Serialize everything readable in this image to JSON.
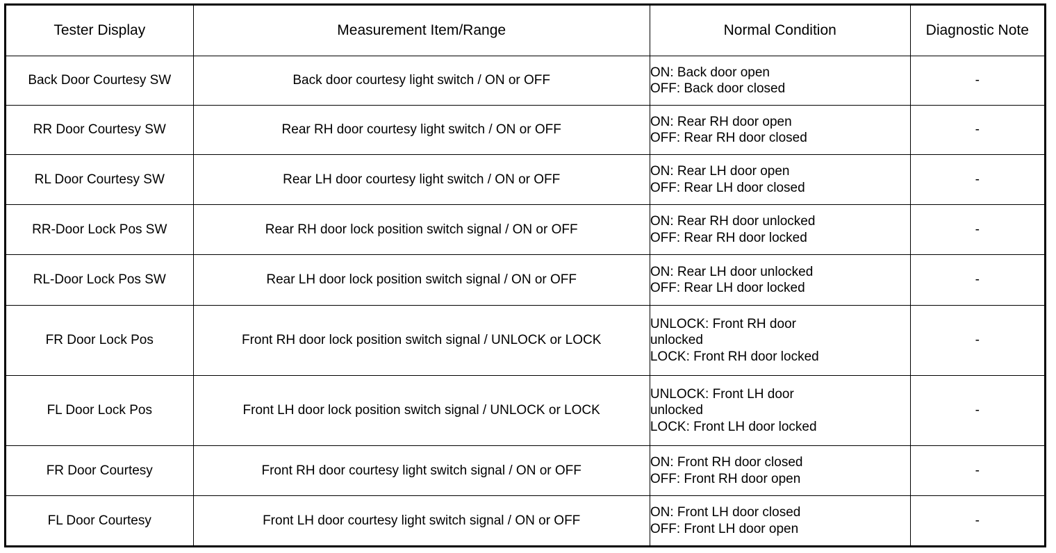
{
  "table": {
    "columns": [
      {
        "key": "tester_display",
        "label": "Tester Display"
      },
      {
        "key": "measurement_item_range",
        "label": "Measurement Item/Range"
      },
      {
        "key": "normal_condition",
        "label": "Normal Condition"
      },
      {
        "key": "diagnostic_note",
        "label": "Diagnostic Note"
      }
    ],
    "rows": [
      {
        "tester_display": "Back Door Courtesy SW",
        "measurement_item_range": "Back door courtesy light switch / ON or OFF",
        "normal_condition_lines": [
          "ON: Back door open",
          "OFF: Back door closed"
        ],
        "normal_condition_line1": "ON: Back door open",
        "normal_condition_line2": "OFF: Back door closed",
        "normal_condition_line3": "",
        "diagnostic_note": "-"
      },
      {
        "tester_display": "RR Door Courtesy SW",
        "measurement_item_range": "Rear RH door courtesy light switch / ON or OFF",
        "normal_condition_lines": [
          "ON: Rear RH door open",
          "OFF: Rear RH door closed"
        ],
        "normal_condition_line1": "ON: Rear RH door open",
        "normal_condition_line2": "OFF: Rear RH door closed",
        "normal_condition_line3": "",
        "diagnostic_note": "-"
      },
      {
        "tester_display": "RL Door Courtesy SW",
        "measurement_item_range": "Rear LH door courtesy light switch / ON or OFF",
        "normal_condition_lines": [
          "ON: Rear LH door open",
          "OFF: Rear LH door closed"
        ],
        "normal_condition_line1": "ON: Rear LH door open",
        "normal_condition_line2": "OFF: Rear LH door closed",
        "normal_condition_line3": "",
        "diagnostic_note": "-"
      },
      {
        "tester_display": "RR-Door Lock Pos SW",
        "measurement_item_range": "Rear RH door lock position switch signal / ON or OFF",
        "normal_condition_lines": [
          "ON: Rear RH door unlocked",
          "OFF: Rear RH door locked"
        ],
        "normal_condition_line1": "ON: Rear RH door unlocked",
        "normal_condition_line2": "OFF: Rear RH door locked",
        "normal_condition_line3": "",
        "diagnostic_note": "-"
      },
      {
        "tester_display": "RL-Door Lock Pos SW",
        "measurement_item_range": "Rear LH door lock position switch signal / ON or OFF",
        "normal_condition_lines": [
          "ON: Rear LH door unlocked",
          "OFF: Rear LH door locked"
        ],
        "normal_condition_line1": "ON: Rear LH door unlocked",
        "normal_condition_line2": "OFF: Rear LH door locked",
        "normal_condition_line3": "",
        "diagnostic_note": "-"
      },
      {
        "tester_display": "FR Door Lock Pos",
        "measurement_item_range": "Front RH door lock position switch signal / UNLOCK or LOCK",
        "normal_condition_lines": [
          "UNLOCK: Front RH door unlocked",
          "LOCK: Front RH door locked"
        ],
        "normal_condition_line1": "UNLOCK: Front RH door",
        "normal_condition_line2": "unlocked",
        "normal_condition_line3": "LOCK: Front RH door locked",
        "diagnostic_note": "-"
      },
      {
        "tester_display": "FL Door Lock Pos",
        "measurement_item_range": "Front LH door lock position switch signal / UNLOCK or LOCK",
        "normal_condition_lines": [
          "UNLOCK: Front LH door unlocked",
          "LOCK: Front LH door locked"
        ],
        "normal_condition_line1": "UNLOCK: Front LH door",
        "normal_condition_line2": "unlocked",
        "normal_condition_line3": "LOCK: Front LH door locked",
        "diagnostic_note": "-"
      },
      {
        "tester_display": "FR Door Courtesy",
        "measurement_item_range": "Front RH door courtesy light switch signal / ON or OFF",
        "normal_condition_lines": [
          "ON: Front RH door closed",
          "OFF: Front RH door open"
        ],
        "normal_condition_line1": "ON: Front RH door closed",
        "normal_condition_line2": "OFF: Front RH door open",
        "normal_condition_line3": "",
        "diagnostic_note": "-"
      },
      {
        "tester_display": "FL Door Courtesy",
        "measurement_item_range": "Front LH door courtesy light switch signal / ON or OFF",
        "normal_condition_lines": [
          "ON: Front LH door closed",
          "OFF: Front LH door open"
        ],
        "normal_condition_line1": "ON: Front LH door closed",
        "normal_condition_line2": "OFF: Front LH door open",
        "normal_condition_line3": "",
        "diagnostic_note": "-"
      }
    ]
  },
  "colors": {
    "border": "#000000",
    "text": "#000000",
    "background": "#ffffff"
  }
}
